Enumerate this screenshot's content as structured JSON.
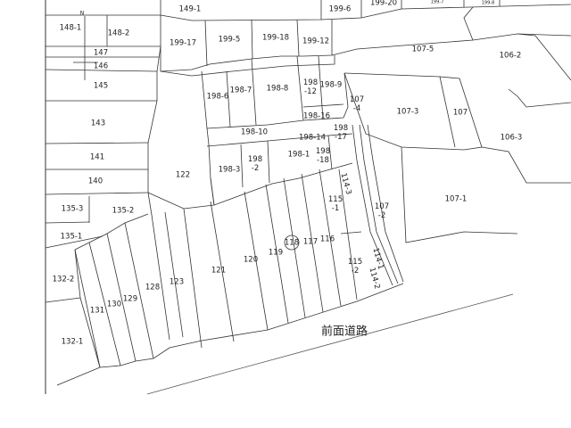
{
  "map": {
    "north_symbol": "N",
    "road_name": "前面道路",
    "highlighted_lot": "118",
    "lots": [
      "149-1",
      "199-6",
      "199-20",
      "199-7",
      "199-8",
      "148-1",
      "148-2",
      "147",
      "146",
      "145",
      "143",
      "141",
      "140",
      "135-3",
      "135-2",
      "135-1",
      "132-2",
      "132-1",
      "131",
      "130",
      "129",
      "128",
      "123",
      "122",
      "121",
      "120",
      "119",
      "118",
      "117",
      "116",
      "115-1",
      "115-2",
      "114-1",
      "114-2",
      "114-3",
      "107-1",
      "107-2",
      "107-3",
      "107-4",
      "107",
      "107-5",
      "106-2",
      "106-3",
      "199-17",
      "199-5",
      "199-18",
      "199-12",
      "198-6",
      "198-7",
      "198-8",
      "198-12",
      "198-9",
      "198-16",
      "198-10",
      "198-14",
      "198-17",
      "198-1",
      "198-18",
      "198-2",
      "198-3"
    ]
  }
}
